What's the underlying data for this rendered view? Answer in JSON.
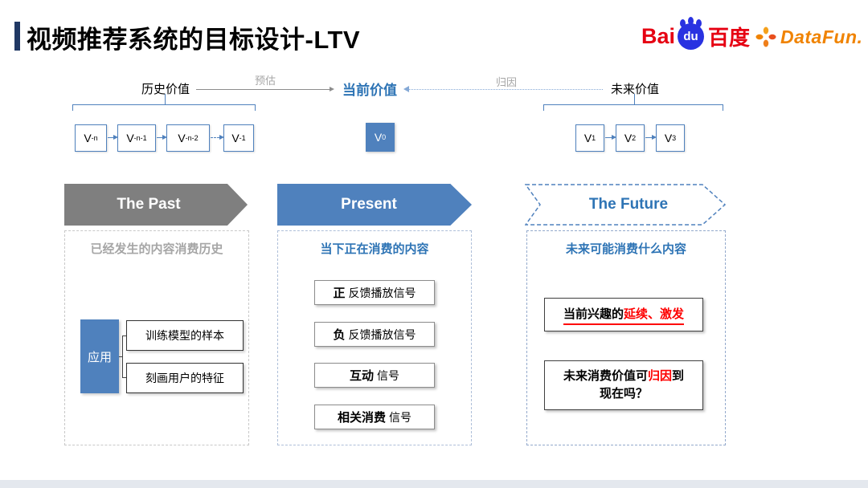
{
  "header": {
    "title": "视频推荐系统的目标设计-LTV",
    "baidu": {
      "bai": "Bai",
      "du": "du",
      "cn": "百度"
    },
    "datafun": {
      "text": "DataFun."
    }
  },
  "timeline": {
    "history_label": "历史价值",
    "current_label": "当前价值",
    "future_label": "未来价值",
    "predict_label": "预估",
    "attribution_label": "归因",
    "past_nodes": [
      {
        "base": "V",
        "sub": "-n"
      },
      {
        "base": "V",
        "sub": "-n-1"
      },
      {
        "base": "V",
        "sub": "-n-2"
      },
      {
        "base": "V",
        "sub": "-1"
      }
    ],
    "current_node": {
      "base": "V",
      "sub": "0"
    },
    "future_nodes": [
      {
        "base": "V",
        "sub": "1"
      },
      {
        "base": "V",
        "sub": "2"
      },
      {
        "base": "V",
        "sub": "3"
      }
    ]
  },
  "columns": {
    "past": {
      "banner": "The Past",
      "description": "已经发生的内容消费历史",
      "app_label": "应用",
      "app_items": [
        "训练模型的样本",
        "刻画用户的特征"
      ]
    },
    "present": {
      "banner": "Present",
      "description": "当下正在消费的内容",
      "signals": [
        {
          "bold": "正",
          "rest": "反馈播放信号"
        },
        {
          "bold": "负",
          "rest": "反馈播放信号"
        },
        {
          "bold": "互动",
          "rest": "信号"
        },
        {
          "bold": "相关消费",
          "rest": "信号"
        }
      ]
    },
    "future": {
      "banner": "The Future",
      "description": "未来可能消费什么内容",
      "box1": {
        "prefix": "当前兴趣的",
        "highlight": "延续、激发"
      },
      "box2": {
        "prefix": "未来消费价值可",
        "highlight": "归因",
        "suffix": "到",
        "line2": "现在吗？"
      }
    }
  },
  "colors": {
    "accent_blue": "#4f81bd",
    "text_blue": "#2e74b5",
    "banner_gray": "#7f7f7f",
    "muted_gray_text": "#a6a6a6",
    "highlight_red": "#fe0000",
    "baidu_red": "#e60012",
    "baidu_blue": "#2932e1",
    "datafun_orange": "#f08300",
    "title_bar_navy": "#203864"
  }
}
